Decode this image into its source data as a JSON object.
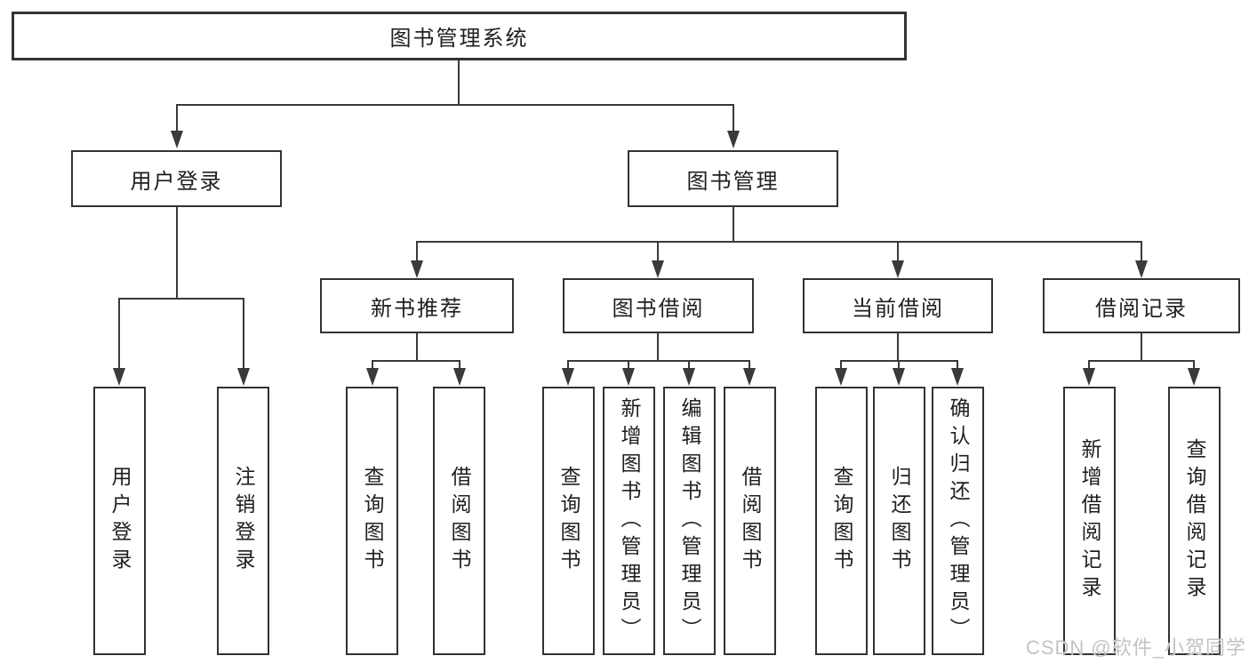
{
  "tree": {
    "root": {
      "label": "图书管理系统"
    },
    "children": [
      {
        "label": "用户登录",
        "children": [
          {
            "label": "用户登录"
          },
          {
            "label": "注销登录"
          }
        ]
      },
      {
        "label": "图书管理",
        "children": [
          {
            "label": "新书推荐",
            "children": [
              {
                "label": "查询图书"
              },
              {
                "label": "借阅图书"
              }
            ]
          },
          {
            "label": "图书借阅",
            "children": [
              {
                "label": "查询图书"
              },
              {
                "label": "新增图书（管理员）"
              },
              {
                "label": "编辑图书（管理员）"
              },
              {
                "label": "借阅图书"
              }
            ]
          },
          {
            "label": "当前借阅",
            "children": [
              {
                "label": "查询图书"
              },
              {
                "label": "归还图书"
              },
              {
                "label": "确认归还（管理员）"
              }
            ]
          },
          {
            "label": "借阅记录",
            "children": [
              {
                "label": "新增借阅记录"
              },
              {
                "label": "查询借阅记录"
              }
            ]
          }
        ]
      }
    ]
  },
  "watermark": {
    "text": "CSDN @软件_小贺同学"
  },
  "colors": {
    "line": "#3a3a3a",
    "border": "#323232",
    "text": "#1f1f1f",
    "background": "#ffffff",
    "watermark": "#c3c3c3"
  }
}
